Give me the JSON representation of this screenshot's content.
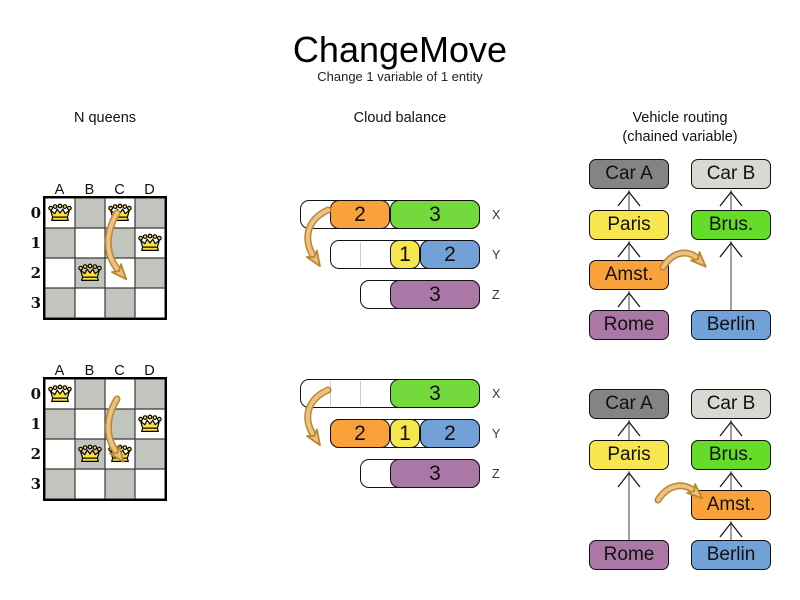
{
  "title": "ChangeMove",
  "subtitle": "Change 1 variable of 1 entity",
  "headers": {
    "nqueens": "N queens",
    "cloud": "Cloud balance",
    "vrp_line1": "Vehicle routing",
    "vrp_line2": "(chained variable)"
  },
  "palette": {
    "orange": "#f9a23c",
    "green": "#74d93c",
    "vivid_green": "#64dc28",
    "yellow": "#f7e64d",
    "blue": "#71a1d7",
    "purple": "#aa77a6",
    "car_dark": "#848484",
    "car_light": "#d6dad3",
    "board_gray": "#c2c5bd",
    "queen_yellow": "#ffdf3a",
    "arrow_fill": "#ecc183",
    "arrow_border": "#b9872f"
  },
  "nqueens": {
    "col_headers": [
      "A",
      "B",
      "C",
      "D"
    ],
    "row_headers": [
      "0",
      "1",
      "2",
      "3"
    ],
    "before": {
      "queens": [
        [
          0,
          0
        ],
        [
          2,
          0
        ],
        [
          3,
          1
        ],
        [
          1,
          2
        ]
      ]
    },
    "after": {
      "queens": [
        [
          0,
          0
        ],
        [
          3,
          1
        ],
        [
          1,
          2
        ],
        [
          2,
          2
        ]
      ]
    }
  },
  "cloud": {
    "before": {
      "rows": [
        {
          "label": "X",
          "offset": 0,
          "blank": 1,
          "segments": [
            {
              "value": "2",
              "color": "orange",
              "units": 2
            },
            {
              "value": "3",
              "color": "green",
              "units": 3
            }
          ]
        },
        {
          "label": "Y",
          "offset": 1,
          "blank": 2,
          "segments": [
            {
              "value": "1",
              "color": "yellow",
              "units": 1
            },
            {
              "value": "2",
              "color": "blue",
              "units": 2
            }
          ]
        },
        {
          "label": "Z",
          "offset": 2,
          "blank": 1,
          "segments": [
            {
              "value": "3",
              "color": "purple",
              "units": 3
            }
          ]
        }
      ]
    },
    "after": {
      "rows": [
        {
          "label": "X",
          "offset": 0,
          "blank": 3,
          "segments": [
            {
              "value": "3",
              "color": "green",
              "units": 3
            }
          ]
        },
        {
          "label": "Y",
          "offset": 1,
          "blank": 0,
          "segments": [
            {
              "value": "2",
              "color": "orange",
              "units": 2
            },
            {
              "value": "1",
              "color": "yellow",
              "units": 1
            },
            {
              "value": "2",
              "color": "blue",
              "units": 2
            }
          ]
        },
        {
          "label": "Z",
          "offset": 2,
          "blank": 1,
          "segments": [
            {
              "value": "3",
              "color": "purple",
              "units": 3
            }
          ]
        }
      ]
    }
  },
  "vrp": {
    "before": {
      "left": [
        {
          "label": "Car A",
          "color": "car_dark",
          "slot": 0
        },
        {
          "label": "Paris",
          "color": "yellow",
          "slot": 1
        },
        {
          "label": "Amst.",
          "color": "orange",
          "slot": 2
        },
        {
          "label": "Rome",
          "color": "purple",
          "slot": 3
        }
      ],
      "right": [
        {
          "label": "Car B",
          "color": "car_light",
          "slot": 0
        },
        {
          "label": "Brus.",
          "color": "vivid_green",
          "slot": 1
        },
        {
          "label": "Berlin",
          "color": "blue",
          "slot": 3
        }
      ]
    },
    "after": {
      "left": [
        {
          "label": "Car A",
          "color": "car_dark",
          "slot": 0
        },
        {
          "label": "Paris",
          "color": "yellow",
          "slot": 1
        },
        {
          "label": "Rome",
          "color": "purple",
          "slot": 3
        }
      ],
      "right": [
        {
          "label": "Car B",
          "color": "car_light",
          "slot": 0
        },
        {
          "label": "Brus.",
          "color": "vivid_green",
          "slot": 1
        },
        {
          "label": "Amst.",
          "color": "orange",
          "slot": 2
        },
        {
          "label": "Berlin",
          "color": "blue",
          "slot": 3
        }
      ]
    }
  }
}
